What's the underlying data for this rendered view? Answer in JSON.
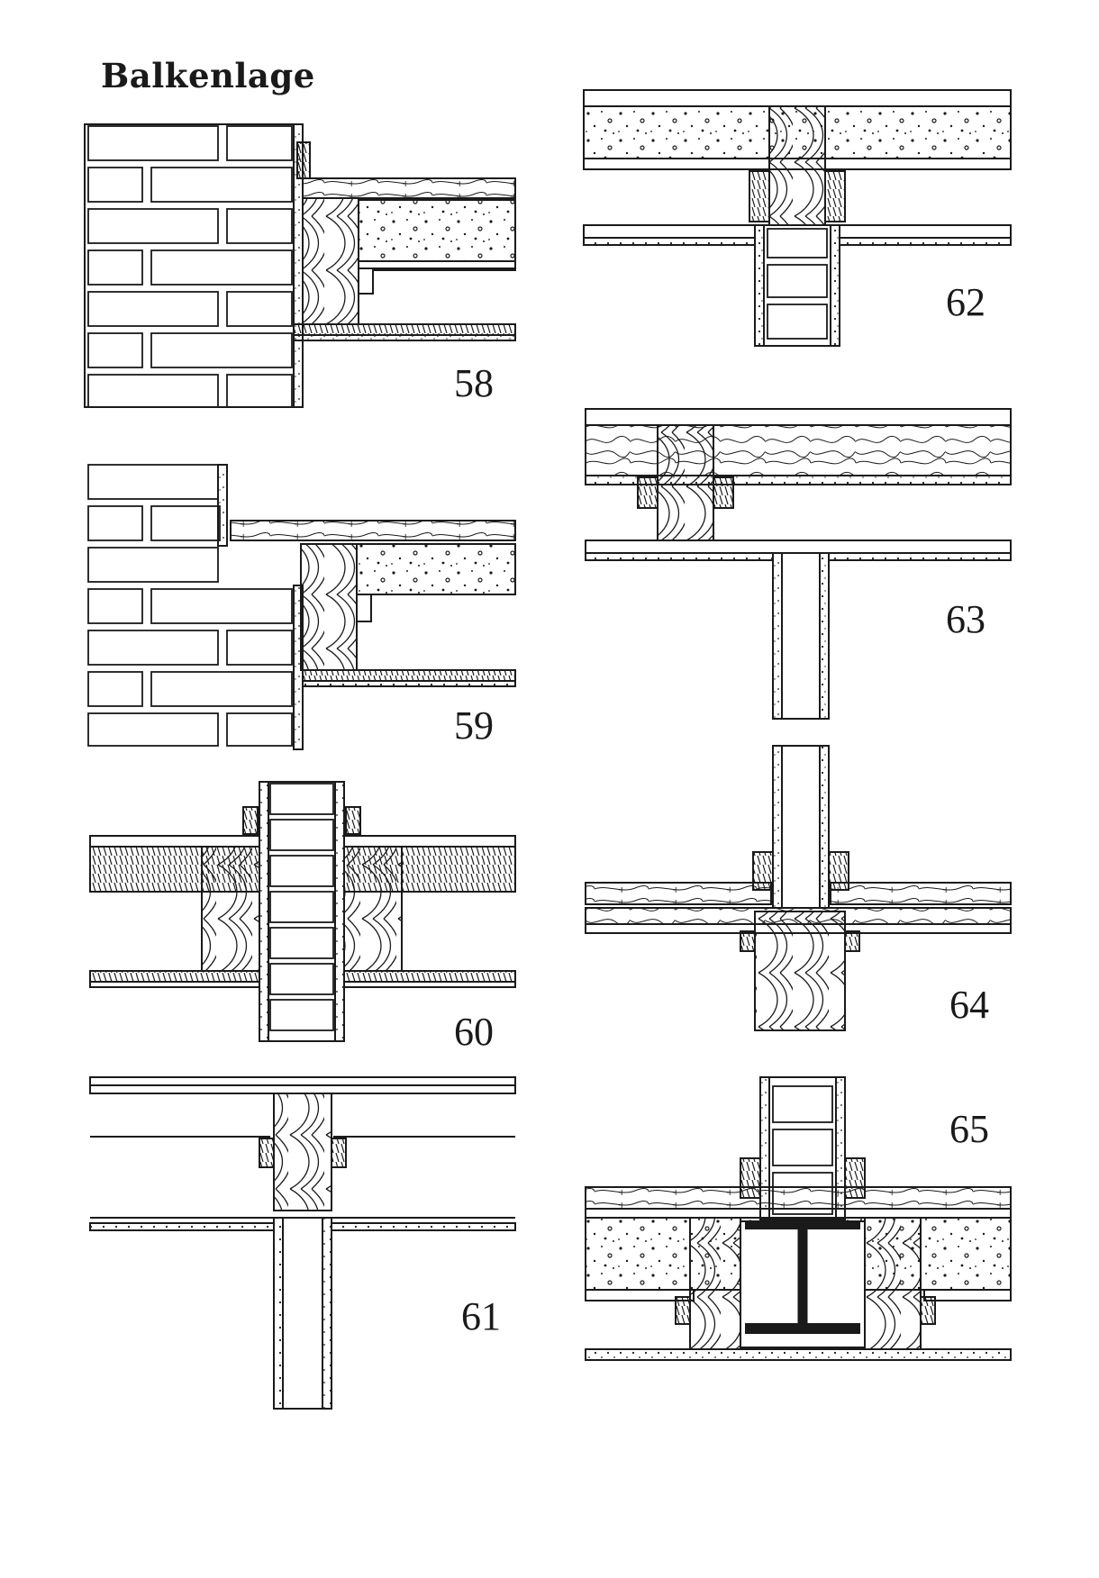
{
  "page": {
    "title": "Balkenlage"
  },
  "figures": [
    {
      "number": "58"
    },
    {
      "number": "59"
    },
    {
      "number": "60"
    },
    {
      "number": "61"
    },
    {
      "number": "62"
    },
    {
      "number": "63"
    },
    {
      "number": "64"
    },
    {
      "number": "65"
    }
  ],
  "colors": {
    "ink": "#1a1a1a",
    "paper": "#ffffff"
  }
}
